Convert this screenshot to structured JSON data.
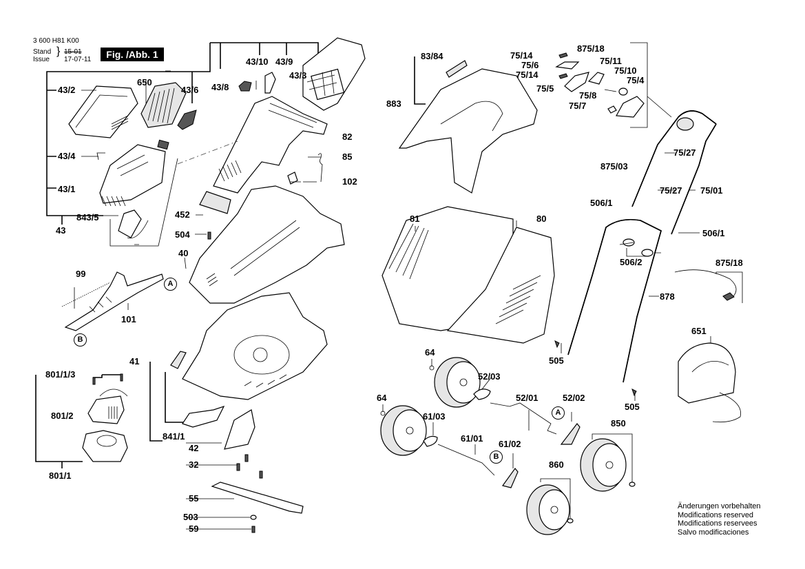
{
  "header": {
    "part_number": "3 600 H81 K00",
    "stand_label": "Stand",
    "issue_label": "Issue",
    "stand_date_struck": "15-01",
    "issue_date": "17-07-11",
    "figure_label": "Fig. /Abb. 1"
  },
  "labels": {
    "l43_2": "43/2",
    "l650": "650",
    "l43_6": "43/6",
    "l43_8": "43/8",
    "l43_10": "43/10",
    "l43_9": "43/9",
    "l43_3": "43/3",
    "l82": "82",
    "l43_4": "43/4",
    "l43_1": "43/1",
    "l843_5": "843/5",
    "l43": "43",
    "l85": "85",
    "l102": "102",
    "l452": "452",
    "l504": "504",
    "l40": "40",
    "l99": "99",
    "l101": "101",
    "l41": "41",
    "l801_1_3": "801/1/3",
    "l801_2": "801/2",
    "l801_1": "801/1",
    "l841_1": "841/1",
    "l42": "42",
    "l32": "32",
    "l55": "55",
    "l503": "503",
    "l59": "59",
    "l83_84": "83/84",
    "l883": "883",
    "l81": "81",
    "l80": "80",
    "l75_14a": "75/14",
    "l75_6": "75/6",
    "l75_14b": "75/14",
    "l75_5": "75/5",
    "l875_18a": "875/18",
    "l75_11": "75/11",
    "l75_10": "75/10",
    "l75_4": "75/4",
    "l75_8": "75/8",
    "l75_7": "75/7",
    "l75_27a": "75/27",
    "l875_03": "875/03",
    "l75_27b": "75/27",
    "l506_1a": "506/1",
    "l75_01": "75/01",
    "l506_1b": "506/1",
    "l506_2": "506/2",
    "l875_18b": "875/18",
    "l878": "878",
    "l651": "651",
    "l505a": "505",
    "l505b": "505",
    "l64a": "64",
    "l52_03": "52/03",
    "l52_01": "52/01",
    "l52_02": "52/02",
    "l64b": "64",
    "l61_03": "61/03",
    "l61_01": "61/01",
    "l61_02": "61/02",
    "l850": "850",
    "l860": "860"
  },
  "callouts": {
    "a_left": "A",
    "b_left": "B",
    "a_right": "A",
    "b_right": "B"
  },
  "parts_icons": {
    "battery": "battery-pack-icon",
    "charger": "battery-charger-icon",
    "wheel": "wheel-icon",
    "grass_box": "grass-catcher-icon",
    "handle": "handle-bar-icon",
    "motor": "motor-icon",
    "blade": "blade-icon"
  },
  "footer_note": [
    "Änderungen vorbehalten",
    "Modifications reserved",
    "Modifications reservees",
    "Salvo modificaciones"
  ]
}
